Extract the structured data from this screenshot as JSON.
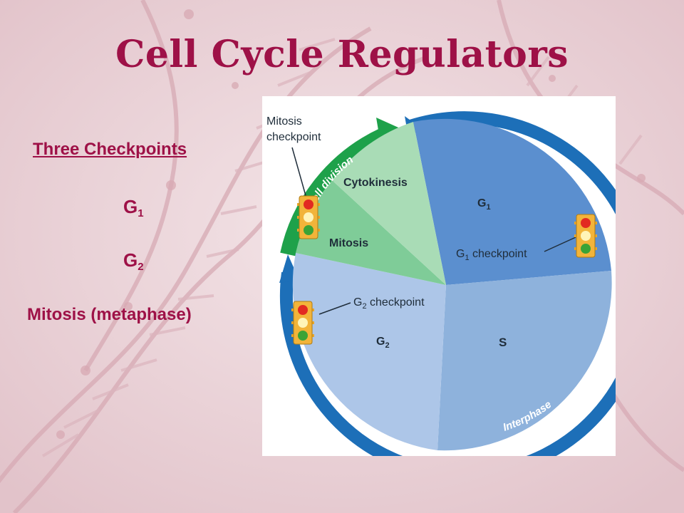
{
  "slide": {
    "title": "Cell Cycle Regulators",
    "heading": "Three Checkpoints",
    "items": [
      {
        "base": "G",
        "sub": "1"
      },
      {
        "base": "G",
        "sub": "2"
      },
      {
        "text": "Mitosis (metaphase)"
      }
    ]
  },
  "diagram": {
    "mitosis_checkpoint_line1": "Mitosis",
    "mitosis_checkpoint_line2": "checkpoint",
    "cell_division": "Cell division",
    "cytokinesis": "Cytokinesis",
    "mitosis": "Mitosis",
    "g1": {
      "base": "G",
      "sub": "1"
    },
    "g1_checkpoint": {
      "base": "G",
      "sub": "1",
      "rest": " checkpoint"
    },
    "g2_checkpoint": {
      "base": "G",
      "sub": "2",
      "rest": " checkpoint"
    },
    "g2": {
      "base": "G",
      "sub": "2"
    },
    "s": "S",
    "interphase": "Interphase"
  },
  "colors": {
    "title": "#9e1147",
    "g1_sector": "#5b8fcf",
    "s_sector": "#8eb2dc",
    "g2_sector": "#adc6e8",
    "mitosis_sector": "#7fcc98",
    "cytokinesis_sector": "#a9dcb6",
    "interphase_arrow": "#1d6fb8",
    "cell_division_arrow": "#1ea14a"
  }
}
